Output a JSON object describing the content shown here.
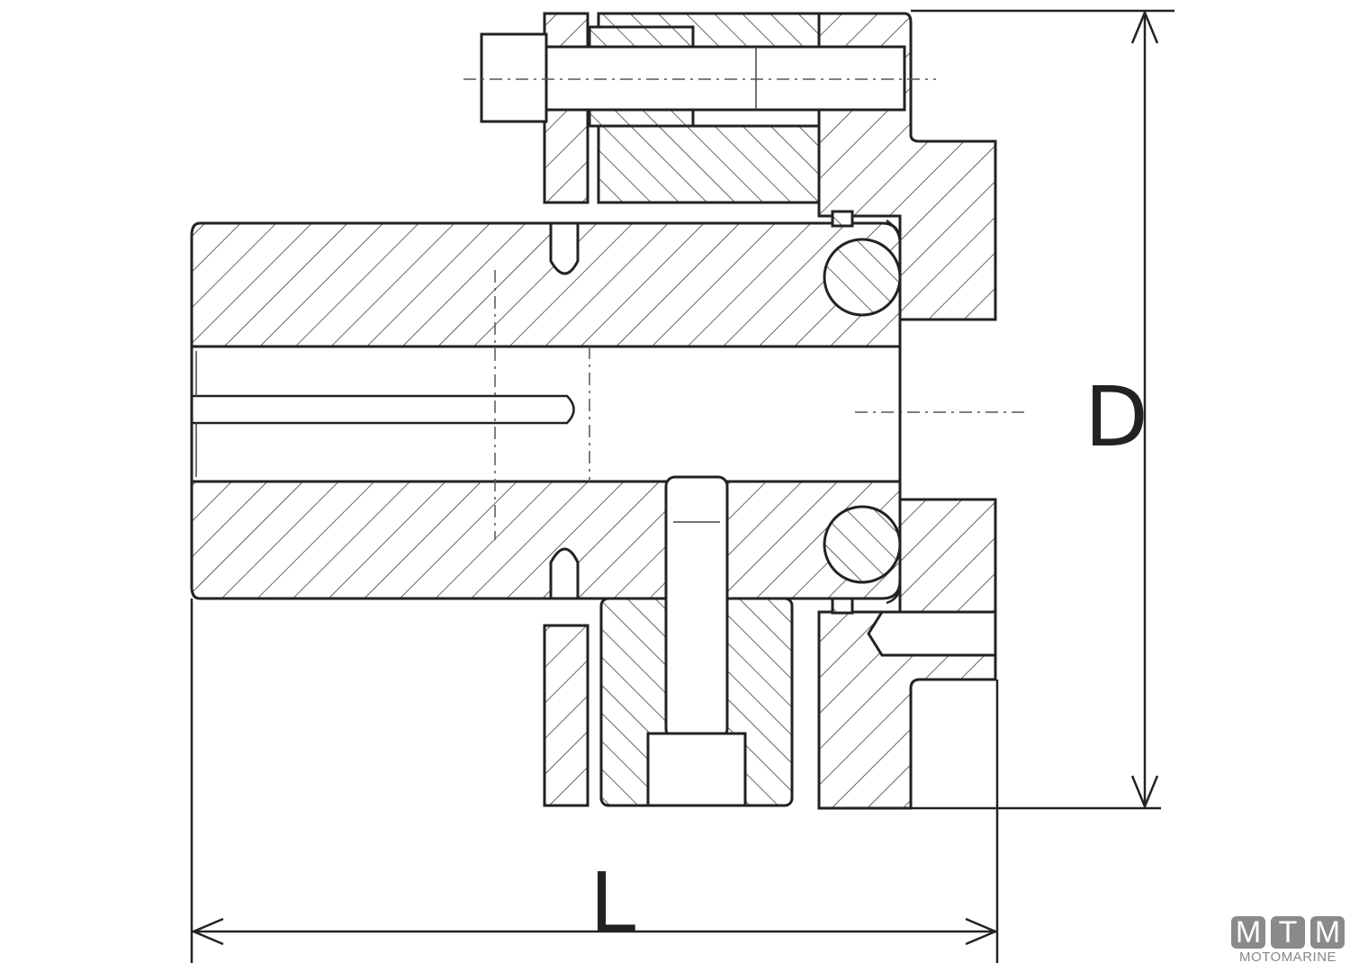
{
  "diagram": {
    "dimension_labels": {
      "diameter": "D",
      "length": "L"
    },
    "logo": {
      "letters": [
        "M",
        "T",
        "M"
      ],
      "brand": "MOTOMARINE"
    },
    "colors": {
      "line": "#222222",
      "logo": "#8a8a8a"
    }
  }
}
